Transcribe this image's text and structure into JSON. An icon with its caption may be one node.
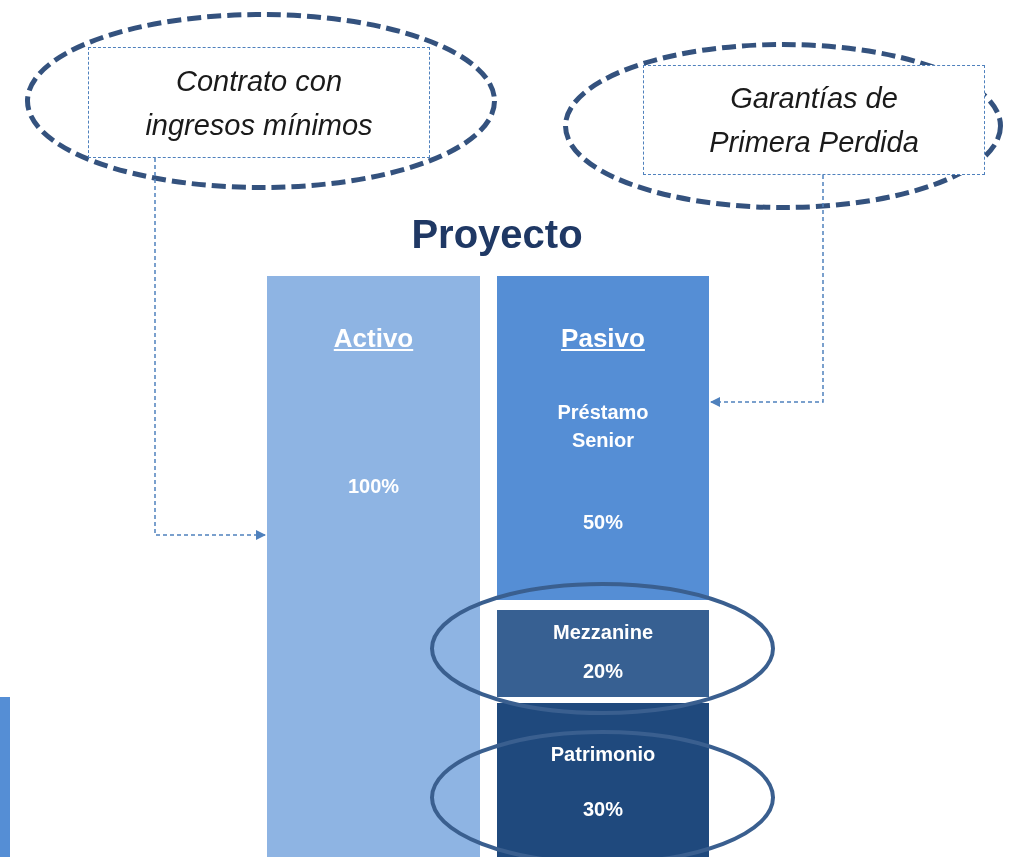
{
  "diagram": {
    "title": "Proyecto",
    "nodes": [
      {
        "text": [],
        "shape": "ellipse"
      },
      {
        "text": [
          "Contrato con ingresos mínimos"
        ],
        "in": 0
      },
      {
        "text": [],
        "shape": "ellipse"
      },
      {
        "text": [
          "Garantías de Primera Perdida"
        ],
        "in": 2
      },
      {
        "text": [
          "Activo",
          "100%"
        ]
      },
      {
        "text": [
          "Pasivo",
          "Préstamo Senior",
          "50%"
        ]
      },
      {
        "text": [],
        "shape": "ellipse"
      },
      {
        "text": [
          "Mezzanine",
          "20%"
        ],
        "in": 6
      },
      {
        "text": [
          "Patrimonio",
          "30%"
        ]
      },
      {
        "text": [],
        "shape": "ellipse"
      }
    ],
    "edges": [
      {
        "from": 1,
        "to": 4,
        "arrow": "to",
        "style": "dashed"
      },
      {
        "from": 3,
        "to": 5,
        "arrow": "to",
        "style": "dashed"
      }
    ]
  }
}
